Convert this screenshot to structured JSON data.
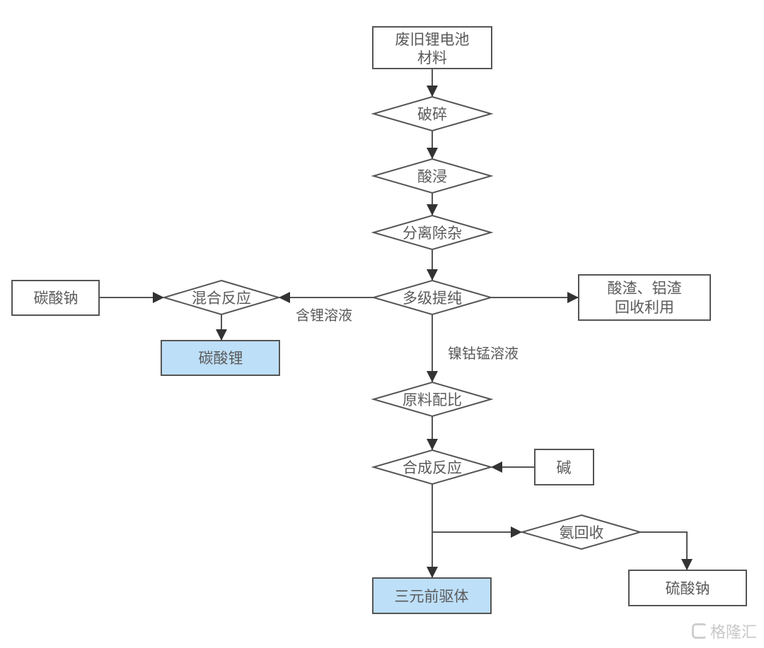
{
  "colors": {
    "stroke": "#555555",
    "arrow": "#333333",
    "box_fill": "#ffffff",
    "highlight_fill": "#bddff8",
    "text": "#5a5a5a"
  },
  "nodes": {
    "waste_battery": {
      "shape": "rect",
      "lines": [
        "废旧锂电池",
        "材料"
      ]
    },
    "crushing": {
      "shape": "diamond",
      "label": "破碎"
    },
    "acid_leach": {
      "shape": "diamond",
      "label": "酸浸"
    },
    "separation": {
      "shape": "diamond",
      "label": "分离除杂"
    },
    "purification": {
      "shape": "diamond",
      "label": "多级提纯"
    },
    "sodium_carbonate": {
      "shape": "rect",
      "label": "碳酸钠"
    },
    "mixing_reaction": {
      "shape": "diamond",
      "label": "混合反应"
    },
    "lithium_carbonate": {
      "shape": "rect",
      "label": "碳酸锂",
      "highlight": true
    },
    "acid_slag": {
      "shape": "rect",
      "lines": [
        "酸渣、铝渣",
        "回收利用"
      ]
    },
    "ratio": {
      "shape": "diamond",
      "label": "原料配比"
    },
    "synthesis": {
      "shape": "diamond",
      "label": "合成反应"
    },
    "alkali": {
      "shape": "rect",
      "label": "碱"
    },
    "ammonia_recovery": {
      "shape": "diamond",
      "label": "氨回收"
    },
    "precursor": {
      "shape": "rect",
      "label": "三元前驱体",
      "highlight": true
    },
    "sodium_sulfate": {
      "shape": "rect",
      "label": "硫酸钠"
    }
  },
  "edges": [
    {
      "from": "waste_battery",
      "to": "crushing"
    },
    {
      "from": "crushing",
      "to": "acid_leach"
    },
    {
      "from": "acid_leach",
      "to": "separation"
    },
    {
      "from": "separation",
      "to": "purification"
    },
    {
      "from": "purification",
      "to": "mixing_reaction",
      "label": "含锂溶液"
    },
    {
      "from": "sodium_carbonate",
      "to": "mixing_reaction"
    },
    {
      "from": "mixing_reaction",
      "to": "lithium_carbonate"
    },
    {
      "from": "purification",
      "to": "acid_slag"
    },
    {
      "from": "purification",
      "to": "ratio",
      "label": "镍钴锰溶液"
    },
    {
      "from": "ratio",
      "to": "synthesis"
    },
    {
      "from": "alkali",
      "to": "synthesis"
    },
    {
      "from": "synthesis",
      "to": "precursor"
    },
    {
      "from": "synthesis",
      "to": "ammonia_recovery"
    },
    {
      "from": "ammonia_recovery",
      "to": "sodium_sulfate"
    }
  ],
  "edge_labels": {
    "lithium_solution": "含锂溶液",
    "nicomn_solution": "镍钴锰溶液"
  },
  "watermark": "格隆汇"
}
